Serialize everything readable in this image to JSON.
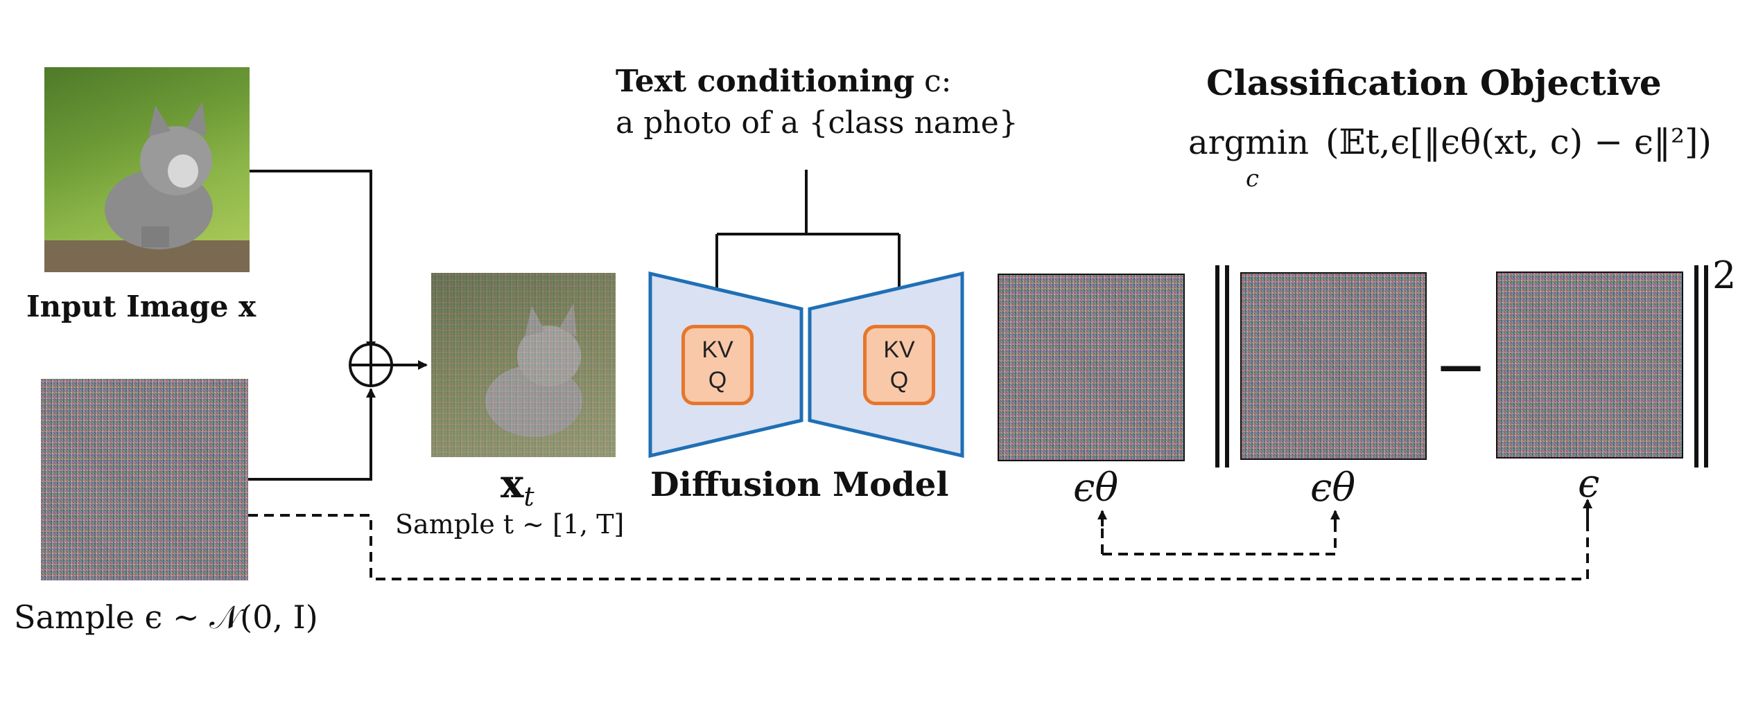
{
  "input_image": {
    "label": "Input Image x"
  },
  "noise": {
    "label": "Sample ϵ ∼ 𝒩(0, I)"
  },
  "noisy_image": {
    "symbol": "x",
    "subscript": "t",
    "caption": "Sample t ∼ [1, T]"
  },
  "text_conditioning": {
    "title": "Text conditioning",
    "title_var": "c:",
    "prompt": "a photo of a {class name}"
  },
  "diffusion_model": {
    "label": "Diffusion Model",
    "left_block": {
      "top": "KV",
      "bottom": "Q"
    },
    "right_block": {
      "top": "KV",
      "bottom": "Q"
    }
  },
  "objective": {
    "title": "Classification Objective",
    "operator": "argmin",
    "operator_sub": "c",
    "expression": "(𝔼t,ϵ[‖ϵθ(xt, c) − ϵ‖²])"
  },
  "outputs": {
    "eps_theta_1": "ϵθ",
    "eps_theta_2": "ϵθ",
    "minus": "—",
    "eps": "ϵ",
    "norm_power": "2"
  },
  "colors": {
    "model_fill": "#d9e1f2",
    "model_stroke": "#1f6fb5",
    "block_fill": "#f8c8a8",
    "block_stroke": "#e6762c"
  }
}
